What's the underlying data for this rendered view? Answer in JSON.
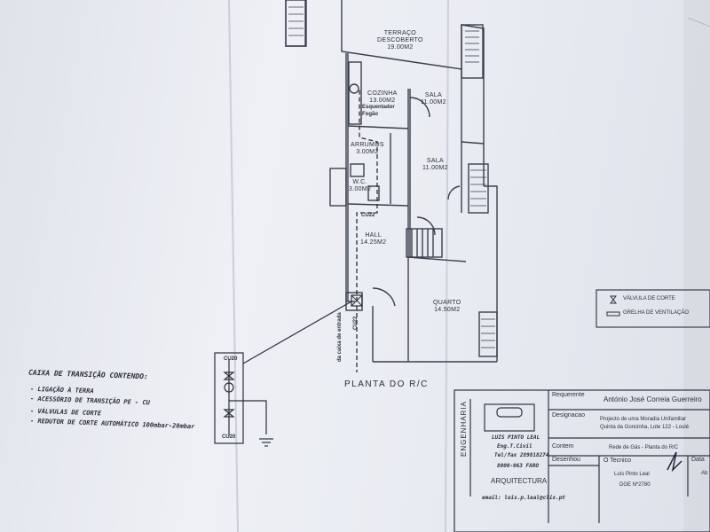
{
  "plan": {
    "rooms": {
      "terraco": "TERRAÇO\nDESCOBERTO\n19.00M2",
      "cozinha": "COZINHA\n13.00M2",
      "sala1": "SALA\n11.00M2",
      "sala2": "SALA\n11.00M2",
      "arrumos": "ARRUMOS\n3.00M2",
      "wc": "W.C.\n3.00M2",
      "hall": "HALL\n14.25M2",
      "quarto": "QUARTO\n14.50M2"
    },
    "equipment": {
      "esquentador": "Esquentador",
      "fogao": "Fogão",
      "cu22_top": "CU22",
      "cu22_side": "CU22",
      "entrada": "da caixa de entrada",
      "cu20": "CU20",
      "cu20_bottom": "CU20"
    },
    "title": "PLANTA DO R/C"
  },
  "legend": {
    "valvula": "VÁLVULA DE CORTE",
    "grelha": "GRELHA DE VENTILAÇÃO"
  },
  "transition_box": {
    "heading": "CAIXA DE TRANSIÇÃO CONTENDO:",
    "items": [
      "- LIGAÇÃO À TERRA",
      "- ACESSÓRIO DE TRANSIÇÃO PE - CU",
      "- VÁLVULAS DE CORTE",
      "- REDUTOR DE CORTE AUTOMÁTICO 100mbar-20mbar"
    ]
  },
  "title_block": {
    "stamp_side": "ENGENHARIA",
    "stamp_name": "LUIS PINTO LEAL",
    "stamp_role": "Eng.T.Civil",
    "stamp_tel": "Tel/fax 289818274",
    "stamp_city": "8000-063 FARO",
    "stamp_bottom": "ARQUITECTURA",
    "email": "email: luis.p.leal@clix.pt",
    "requerente_label": "Requerente",
    "requerente_value": "António José Correia Guerreiro",
    "designacao_label": "Designacao",
    "designacao_value1": "Projecto de uma Moradia Unifamiliar",
    "designacao_value2": "Quinta da Goncinha, Lote 122 - Loulé",
    "contem_label": "Contem",
    "contem_value": "Rede de Gás - Planta do R/C",
    "desenhou_label": "Desenhou",
    "tecnico_label": "O Tecnico",
    "tecnico_name": "Luís Pinto Leal",
    "tecnico_dge": "DGE Nº2780",
    "data_label": "Data",
    "data_value": "Ab"
  }
}
